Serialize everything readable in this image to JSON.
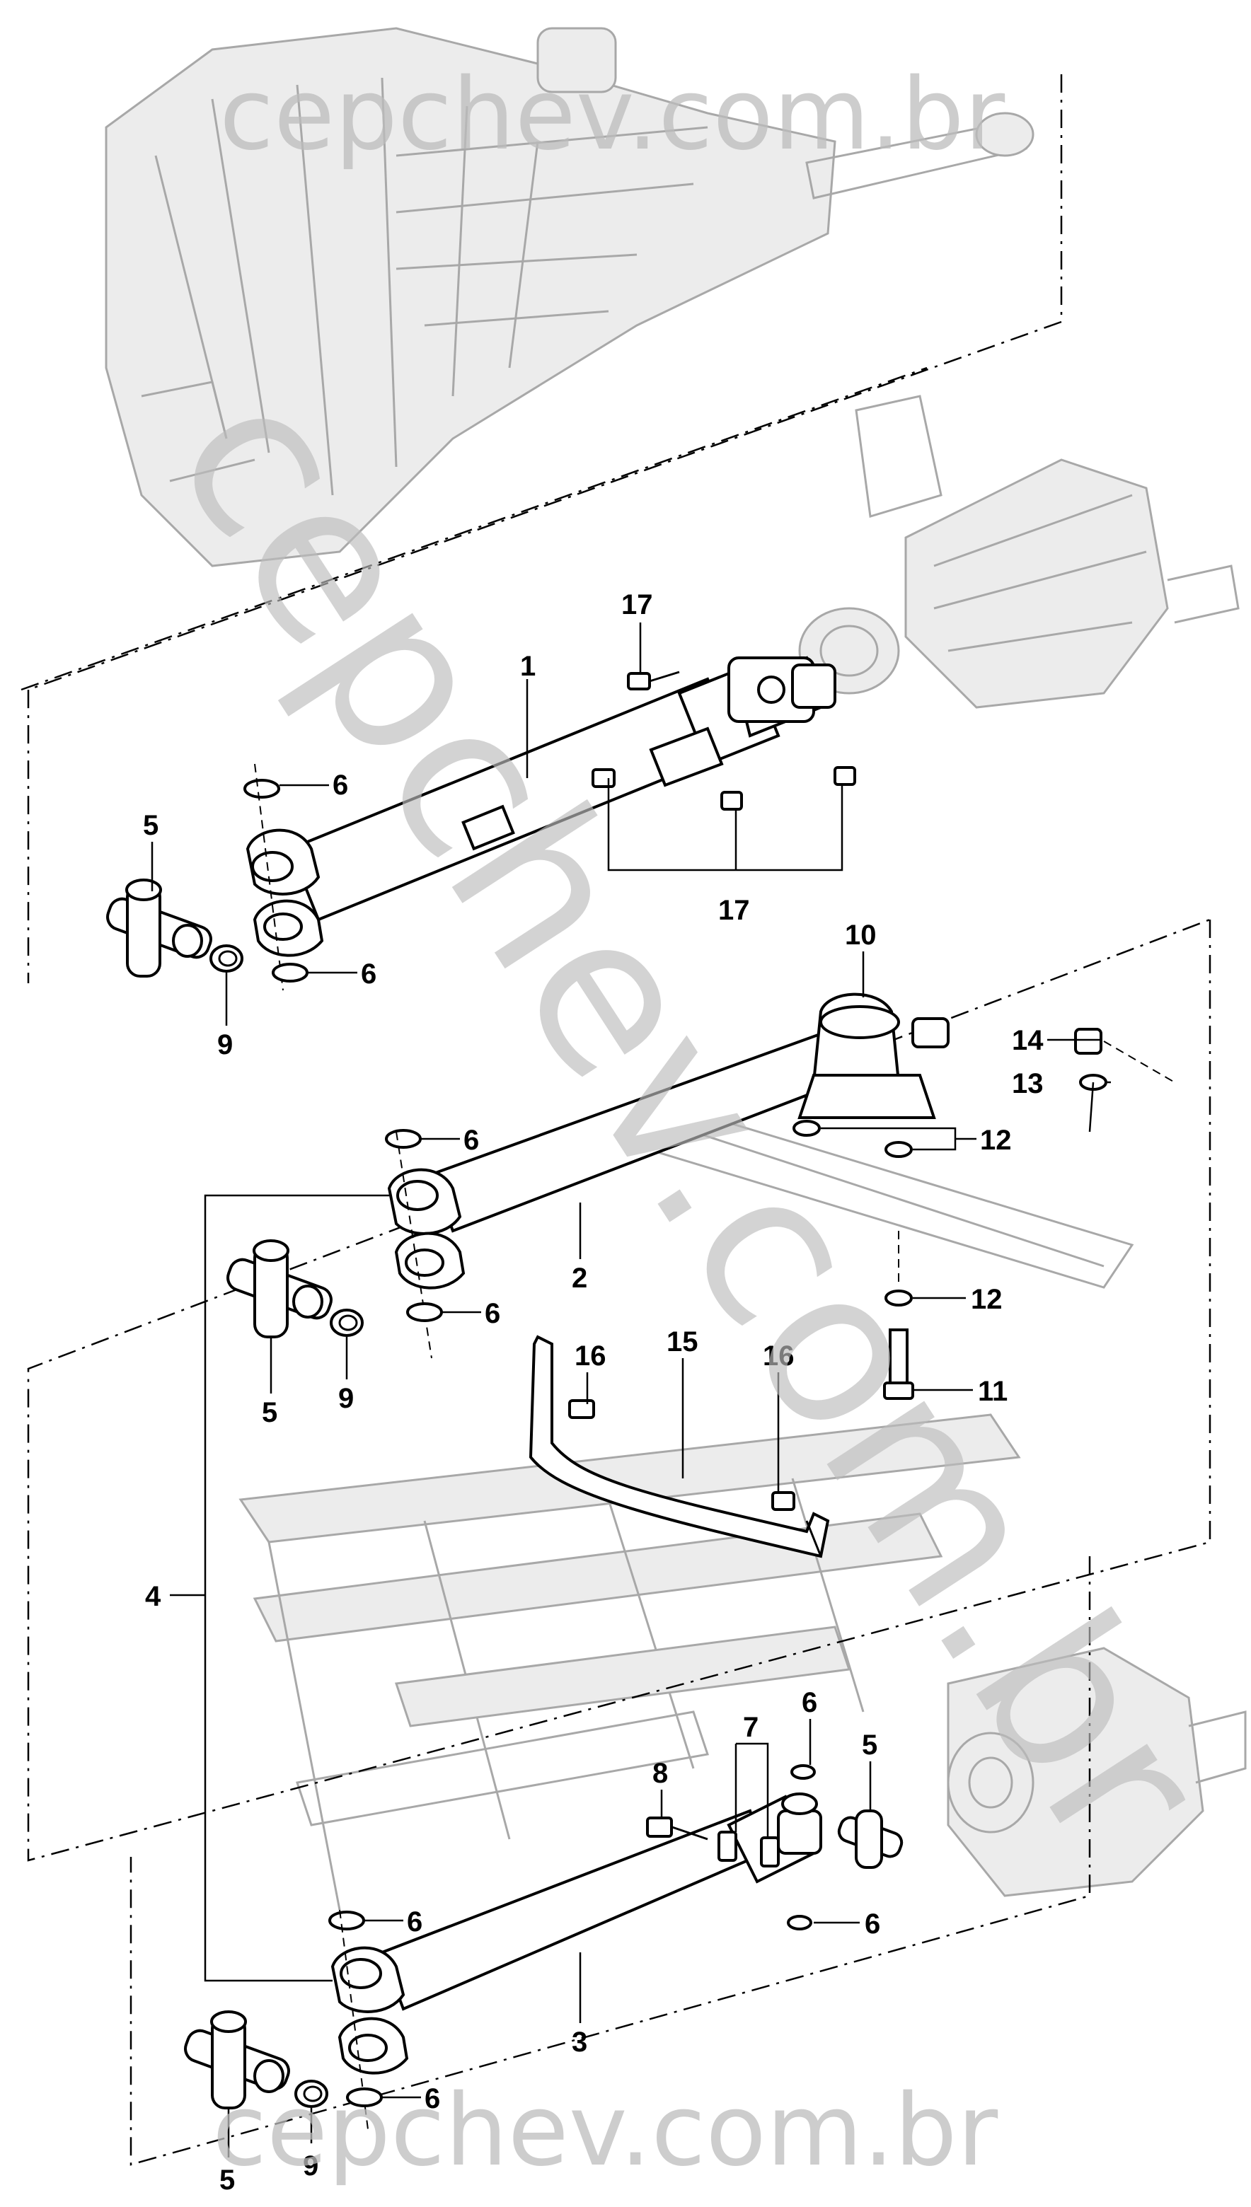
{
  "watermarks": {
    "top": "cepchev.com.br",
    "diagonal": "cepchev.com.br",
    "bottom": "cepchev.com.br"
  },
  "callouts": {
    "c1": "1",
    "c2": "2",
    "c3": "3",
    "c4": "4",
    "c5a": "5",
    "c5b": "5",
    "c5c": "5",
    "c5d": "5",
    "c6a": "6",
    "c6b": "6",
    "c6c": "6",
    "c6d": "6",
    "c6e": "6",
    "c6f": "6",
    "c6g": "6",
    "c6h": "6",
    "c7": "7",
    "c8": "8",
    "c9a": "9",
    "c9b": "9",
    "c9c": "9",
    "c10": "10",
    "c11": "11",
    "c12a": "12",
    "c12b": "12",
    "c13": "13",
    "c14": "14",
    "c15": "15",
    "c16a": "16",
    "c16b": "16",
    "c17a": "17",
    "c17b": "17"
  }
}
